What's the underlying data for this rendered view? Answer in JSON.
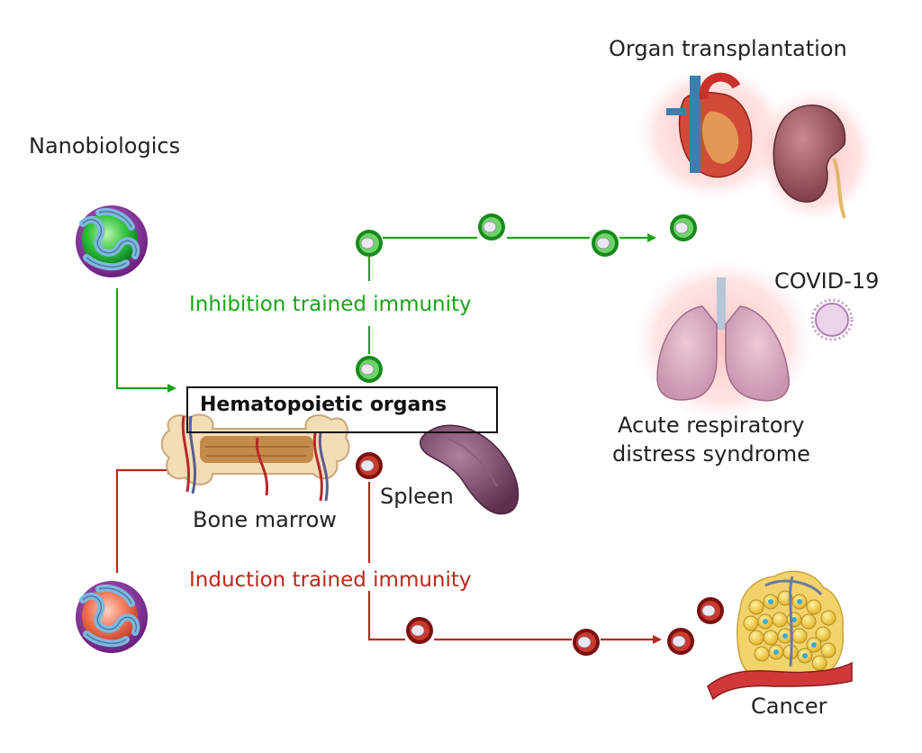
{
  "labels": {
    "nanobiologics": "Nanobiologics",
    "organ_transplantation": "Organ transplantation",
    "covid": "COVID-19",
    "ards_line1": "Acute respiratory",
    "ards_line2": "distress syndrome",
    "hematopoietic": "Hematopoietic organs",
    "bone_marrow": "Bone marrow",
    "spleen": "Spleen",
    "inhibition": "Inhibition trained immunity",
    "induction": "Induction trained immunity",
    "cancer": "Cancer"
  },
  "colors": {
    "inhibition": "#1aa31a",
    "induction": "#b8281c",
    "box_border": "#111111",
    "text": "#222222"
  }
}
